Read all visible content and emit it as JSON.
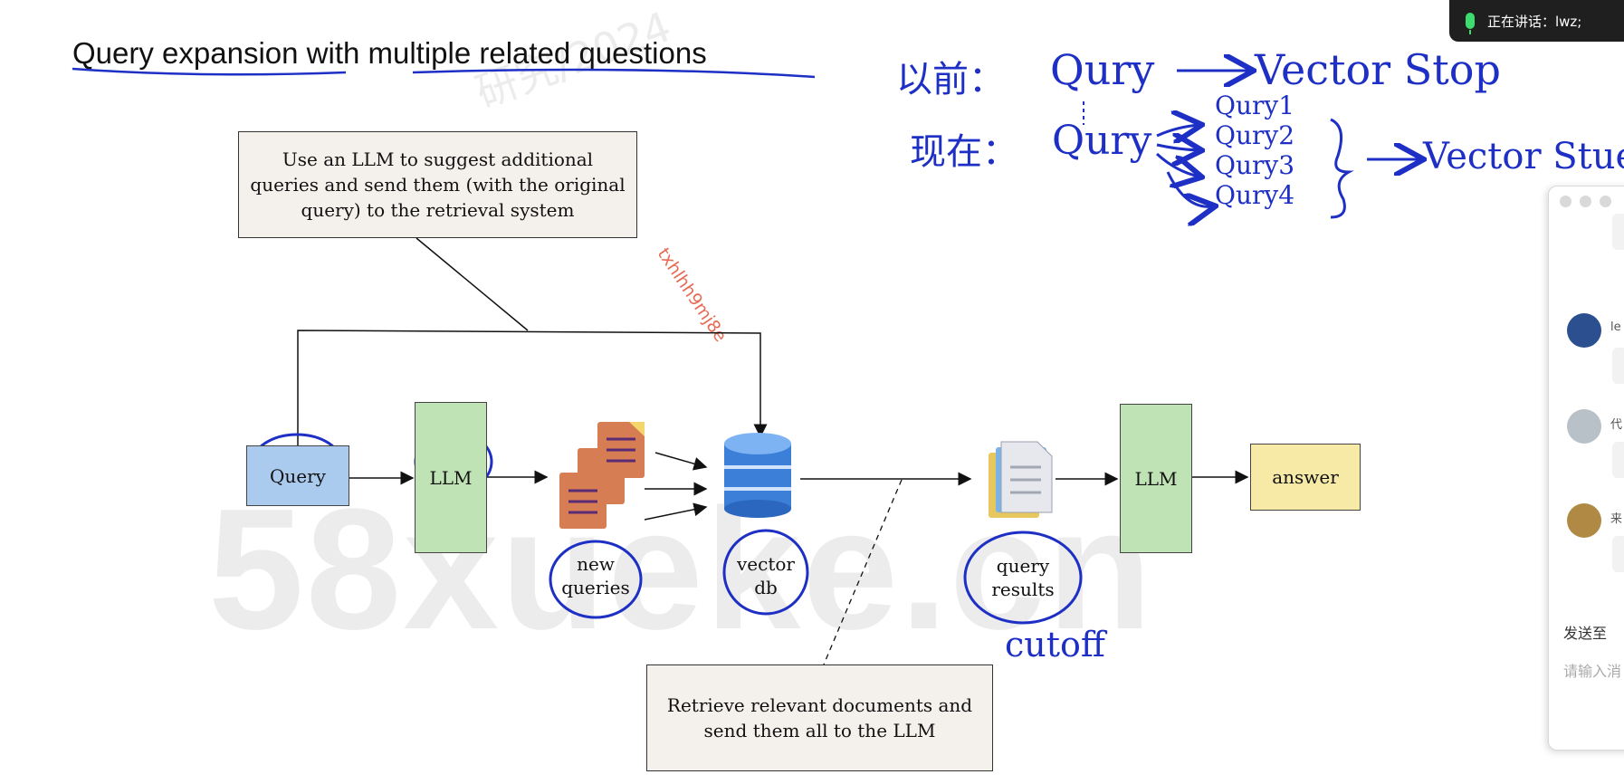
{
  "slide": {
    "title": "Query expansion with multiple related questions",
    "watermark": "58xueke.cn",
    "watermark_small": "研究/2024",
    "red_watermark": "txhlhh9mj8e",
    "top_note": "Use an LLM to suggest additional queries and send them (with the original query) to the retrieval system",
    "bottom_note": "Retrieve relevant documents and send them all to the LLM"
  },
  "diagram": {
    "query_label": "Query",
    "llm1_label": "LLM",
    "new_queries_label": "new queries",
    "vector_db_label": "vector db",
    "query_results_label": "query results",
    "llm2_label": "LLM",
    "answer_label": "answer"
  },
  "handwriting": {
    "before_label": "以前：",
    "before_query": "Qury",
    "before_target": "Vector Stop",
    "now_label": "现在：",
    "now_query": "Qury",
    "sub_queries": [
      "Qury1",
      "Qury2",
      "Qury3",
      "Qury4"
    ],
    "now_target": "Vector Stue",
    "cutoff": "cutoff"
  },
  "status": {
    "speaking_text": "正在讲话：lwz;"
  },
  "chat": {
    "name1": "le",
    "name2": "代",
    "name3": "来",
    "send_to": "发送至",
    "input_placeholder": "请输入消"
  },
  "colors": {
    "ink_blue": "#1d2fc4",
    "query_fill": "#aacbee",
    "llm_fill": "#bfe3b5",
    "answer_fill": "#f6eaa6",
    "note_fill": "#f4f0ec"
  }
}
